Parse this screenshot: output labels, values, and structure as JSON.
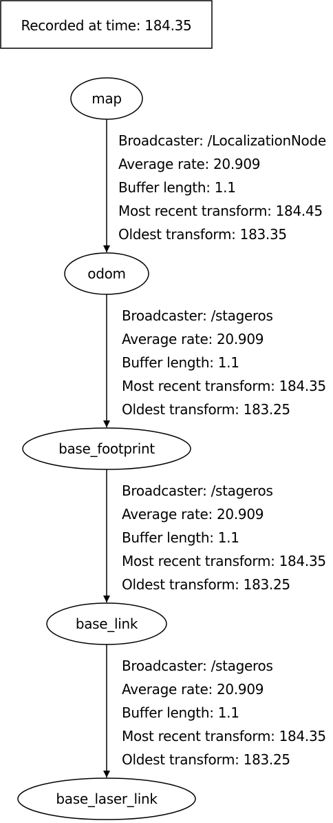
{
  "header": {
    "text": "Recorded at time: 184.35"
  },
  "nodes": [
    {
      "id": "map",
      "label": "map"
    },
    {
      "id": "odom",
      "label": "odom"
    },
    {
      "id": "base_footprint",
      "label": "base_footprint"
    },
    {
      "id": "base_link",
      "label": "base_link"
    },
    {
      "id": "base_laser_link",
      "label": "base_laser_link"
    }
  ],
  "edges": [
    {
      "from": "map",
      "to": "odom",
      "lines": [
        "Broadcaster: /LocalizationNode",
        "Average rate: 20.909",
        "Buffer length: 1.1",
        "Most recent transform: 184.45",
        "Oldest transform: 183.35"
      ]
    },
    {
      "from": "odom",
      "to": "base_footprint",
      "lines": [
        "Broadcaster: /stageros",
        "Average rate: 20.909",
        "Buffer length: 1.1",
        "Most recent transform: 184.35",
        "Oldest transform: 183.25"
      ]
    },
    {
      "from": "base_footprint",
      "to": "base_link",
      "lines": [
        "Broadcaster: /stageros",
        "Average rate: 20.909",
        "Buffer length: 1.1",
        "Most recent transform: 184.35",
        "Oldest transform: 183.25"
      ]
    },
    {
      "from": "base_link",
      "to": "base_laser_link",
      "lines": [
        "Broadcaster: /stageros",
        "Average rate: 20.909",
        "Buffer length: 1.1",
        "Most recent transform: 184.35",
        "Oldest transform: 183.25"
      ]
    }
  ]
}
